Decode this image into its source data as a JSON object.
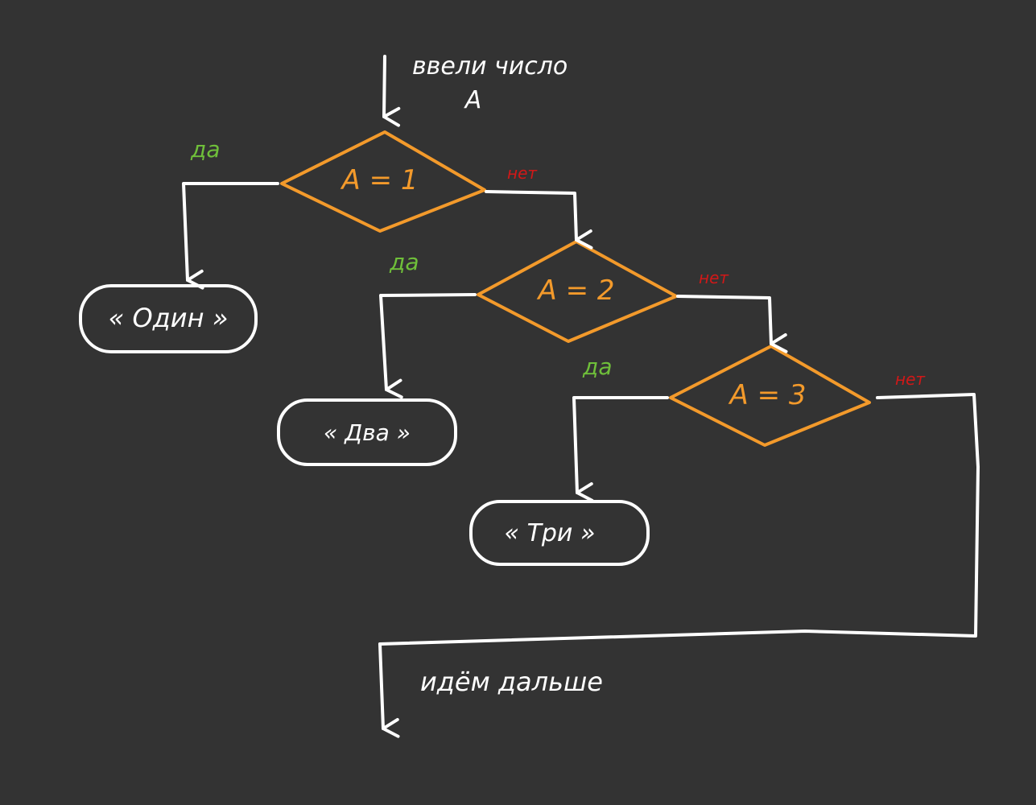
{
  "colors": {
    "background": "#333333",
    "line": "#ffffff",
    "decision": "#f39a2b",
    "yes": "#6fbf3a",
    "no": "#d01818"
  },
  "entry": {
    "line1": "ввели число",
    "line2": "А"
  },
  "decisions": [
    {
      "condition": "А = 1",
      "yes_label": "да",
      "no_label": "нет"
    },
    {
      "condition": "А = 2",
      "yes_label": "да",
      "no_label": "нет"
    },
    {
      "condition": "А = 3",
      "yes_label": "да",
      "no_label": "нет"
    }
  ],
  "terminals": [
    {
      "label": "« Один »"
    },
    {
      "label": "« Два »"
    },
    {
      "label": "« Три »"
    }
  ],
  "exit": {
    "label": "идём дальше"
  }
}
